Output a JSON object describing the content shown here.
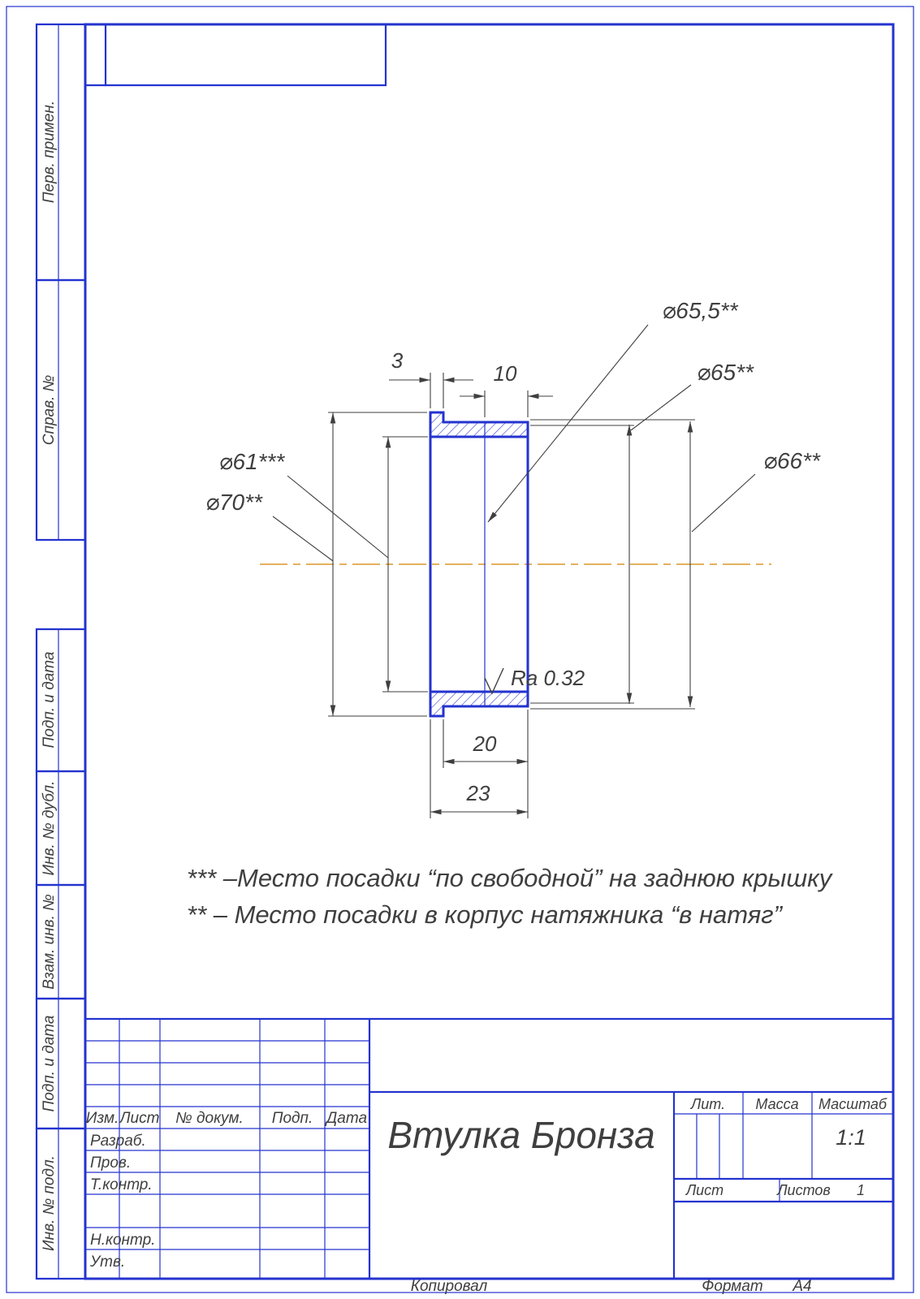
{
  "colors": {
    "frame": "#2433cf",
    "centerline": "#dfa648",
    "ink": "#3f3f3f",
    "paper": "#ffffff"
  },
  "margin_column": {
    "labels": [
      "Перв. примен.",
      "Справ. №",
      "Подп. и дата",
      "Инв. № дубл.",
      "Взам. инв. №",
      "Подп. и дата",
      "Инв. № подл."
    ]
  },
  "drawing": {
    "dimensions": {
      "flange_width": "3",
      "fit_zone_length": "10",
      "inner_length": "20",
      "total_length": "23",
      "dia_65_5": "⌀65,5**",
      "dia_65": "⌀65**",
      "dia_66": "⌀66**",
      "dia_61": "⌀61***",
      "dia_70": "⌀70**",
      "roughness": "Ra 0.32"
    },
    "notes": [
      "*** –Место посадки “по свободной” на заднюю крышку",
      "** – Место посадки в корпус натяжника “в натяг”"
    ]
  },
  "title_block": {
    "column_headers": [
      "Изм.",
      "Лист",
      "№ докум.",
      "Подп.",
      "Дата"
    ],
    "signature_rows": [
      "Разраб.",
      "Пров.",
      "Т.контр.",
      "Н.контр.",
      "Утв."
    ],
    "part_name": "Втулка Бронза",
    "lit_label": "Лит.",
    "mass_label": "Масса",
    "scale_label": "Масштаб",
    "scale_value": "1:1",
    "sheet_label": "Лист",
    "sheets_label": "Листов",
    "sheets_value": "1"
  },
  "footer": {
    "copied_label": "Копировал",
    "format_label": "Формат",
    "format_value": "А4"
  }
}
